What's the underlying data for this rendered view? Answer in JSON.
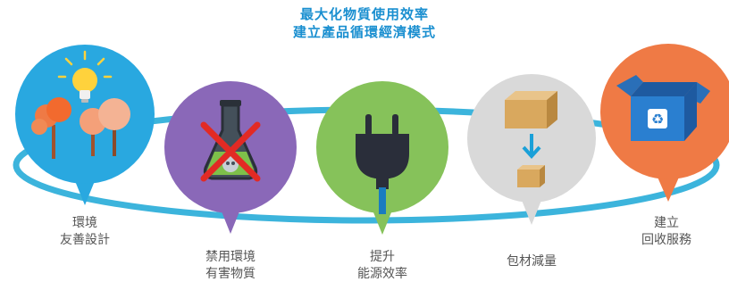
{
  "title": {
    "line1": "最大化物質使用效率",
    "line2": "建立產品循環經濟模式"
  },
  "steps": [
    {
      "label": [
        "環境",
        "友善設計"
      ],
      "color": "#29a8e0",
      "icon": "bulb-trees-icon"
    },
    {
      "label": [
        "禁用環境",
        "有害物質"
      ],
      "color": "#8a68b8",
      "icon": "banned-chemical-flask-icon"
    },
    {
      "label": [
        "提升",
        "能源效率"
      ],
      "color": "#86c25a",
      "icon": "power-plug-icon"
    },
    {
      "label": [
        "包材減量"
      ],
      "color": "#d9d9d9",
      "icon": "box-reduction-icon"
    },
    {
      "label": [
        "建立",
        "回收服務"
      ],
      "color": "#ef7a45",
      "icon": "recycle-box-icon"
    }
  ],
  "ring_color": "#3cb4dc"
}
